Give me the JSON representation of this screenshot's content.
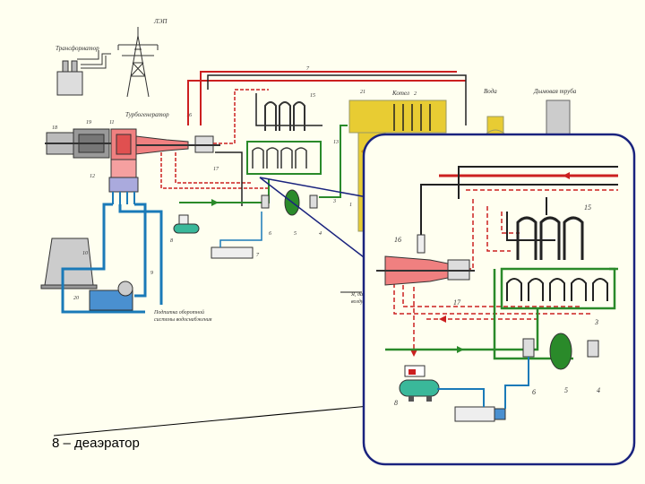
{
  "caption": "8 – деаэратор",
  "labels": {
    "lep": "ЛЭП",
    "transformer": "Трансформатор",
    "turbogenerator": "Турбогенератор",
    "boiler": "Котел",
    "water": "Вода",
    "smokestack": "Дымовая труба",
    "supply_note_1": "Подпитка оборотной",
    "supply_note_2": "системы водоснабжения",
    "from_water_1": "Я, дата",
    "from_water_2": "воздух"
  },
  "numbers": {
    "n7": "7",
    "n7b": "7",
    "n9": "9",
    "n10": "10",
    "n13": "13",
    "n15": "15",
    "n15b": "15",
    "n16": "16",
    "n16b": "16",
    "n17": "17",
    "n17b": "17",
    "n18": "18",
    "n19": "19",
    "n20": "20",
    "n21": "21",
    "n12": "12",
    "n11": "11",
    "n1": "1",
    "n2": "2",
    "n3": "3",
    "n3b": "3",
    "n4": "4",
    "n4b": "4",
    "n5": "5",
    "n5b": "5",
    "n6": "6",
    "n6b": "6",
    "n8": "8",
    "n8b": "8"
  },
  "colors": {
    "steam_red": "#cc2020",
    "feedwater_green": "#2a8a2a",
    "cooling_blue": "#1a7ab8",
    "dark_line": "#222222",
    "boiler_yellow": "#e8cc33",
    "turbine_pink": "#f08080",
    "frame_navy": "#1a237e"
  }
}
